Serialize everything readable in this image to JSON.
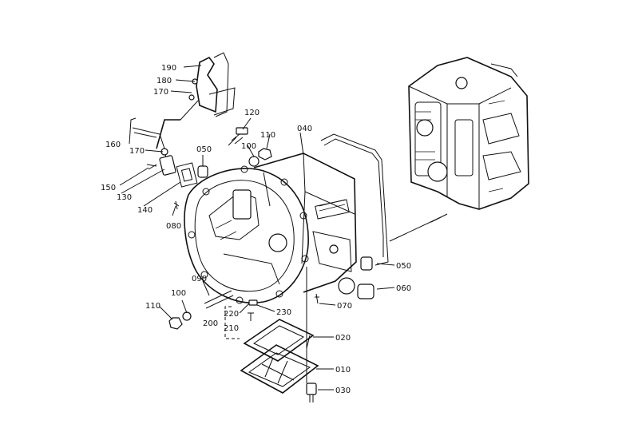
{
  "diagram": {
    "parts": [
      {
        "id": "p190",
        "number": "190"
      },
      {
        "id": "p180",
        "number": "180"
      },
      {
        "id": "p170a",
        "number": "170"
      },
      {
        "id": "p120",
        "number": "120"
      },
      {
        "id": "p110a",
        "number": "110"
      },
      {
        "id": "p100a",
        "number": "100"
      },
      {
        "id": "p040",
        "number": "040"
      },
      {
        "id": "p160",
        "number": "160"
      },
      {
        "id": "p170b",
        "number": "170"
      },
      {
        "id": "p050a",
        "number": "050"
      },
      {
        "id": "p150",
        "number": "150"
      },
      {
        "id": "p130",
        "number": "130"
      },
      {
        "id": "p140",
        "number": "140"
      },
      {
        "id": "p080",
        "number": "080"
      },
      {
        "id": "p050b",
        "number": "050"
      },
      {
        "id": "p060",
        "number": "060"
      },
      {
        "id": "p070",
        "number": "070"
      },
      {
        "id": "p090",
        "number": "090"
      },
      {
        "id": "p100b",
        "number": "100"
      },
      {
        "id": "p110b",
        "number": "110"
      },
      {
        "id": "p220",
        "number": "220"
      },
      {
        "id": "p230",
        "number": "230"
      },
      {
        "id": "p200",
        "number": "200"
      },
      {
        "id": "p210",
        "number": "210"
      },
      {
        "id": "p020",
        "number": "020"
      },
      {
        "id": "p010",
        "number": "010"
      },
      {
        "id": "p030",
        "number": "030"
      }
    ]
  }
}
